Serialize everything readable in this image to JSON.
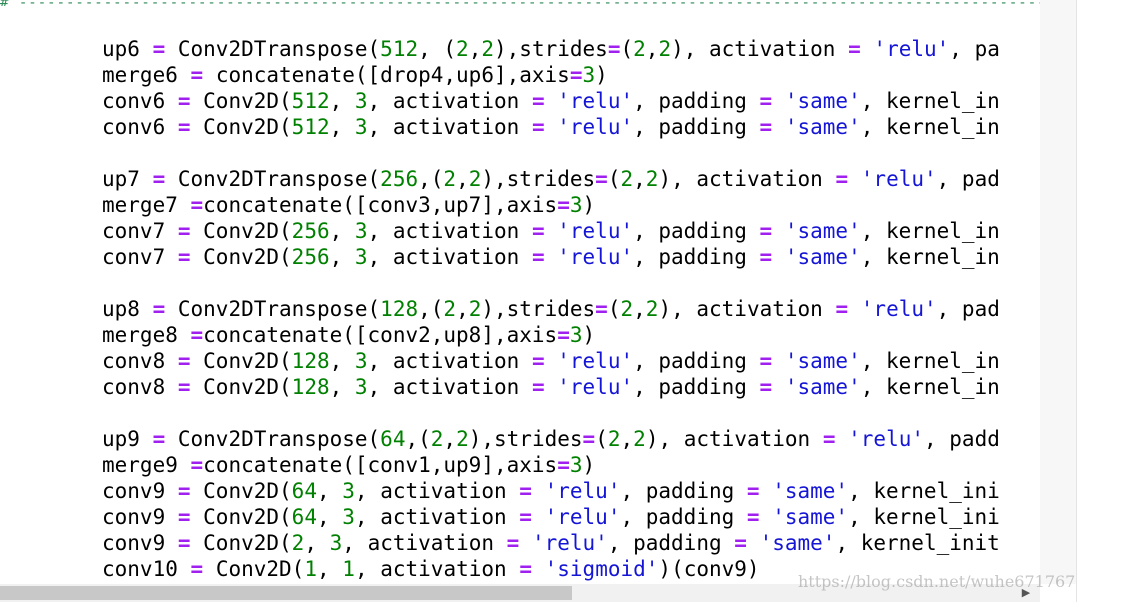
{
  "editor": {
    "top_divider": "# ------------------------------------------------------------------------------------------------------------------",
    "lines": [
      [
        [
          "up6 ",
          "t"
        ],
        [
          "=",
          "o"
        ],
        [
          " Conv2DTranspose(",
          "t"
        ],
        [
          "512",
          "n"
        ],
        [
          ", (",
          "t"
        ],
        [
          "2",
          "n"
        ],
        [
          ",",
          "t"
        ],
        [
          "2",
          "n"
        ],
        [
          "),strides",
          "t"
        ],
        [
          "=",
          "o"
        ],
        [
          "(",
          "t"
        ],
        [
          "2",
          "n"
        ],
        [
          ",",
          "t"
        ],
        [
          "2",
          "n"
        ],
        [
          "), activation ",
          "t"
        ],
        [
          "=",
          "o"
        ],
        [
          " ",
          "t"
        ],
        [
          "'relu'",
          "s"
        ],
        [
          ", pa",
          "t"
        ]
      ],
      [
        [
          "merge6 ",
          "t"
        ],
        [
          "=",
          "o"
        ],
        [
          " concatenate([drop4,up6],axis",
          "t"
        ],
        [
          "=",
          "o"
        ],
        [
          "3",
          "n"
        ],
        [
          ")",
          "t"
        ]
      ],
      [
        [
          "conv6 ",
          "t"
        ],
        [
          "=",
          "o"
        ],
        [
          " Conv2D(",
          "t"
        ],
        [
          "512",
          "n"
        ],
        [
          ", ",
          "t"
        ],
        [
          "3",
          "n"
        ],
        [
          ", activation ",
          "t"
        ],
        [
          "=",
          "o"
        ],
        [
          " ",
          "t"
        ],
        [
          "'relu'",
          "s"
        ],
        [
          ", padding ",
          "t"
        ],
        [
          "=",
          "o"
        ],
        [
          " ",
          "t"
        ],
        [
          "'same'",
          "s"
        ],
        [
          ", kernel_in",
          "t"
        ]
      ],
      [
        [
          "conv6 ",
          "t"
        ],
        [
          "=",
          "o"
        ],
        [
          " Conv2D(",
          "t"
        ],
        [
          "512",
          "n"
        ],
        [
          ", ",
          "t"
        ],
        [
          "3",
          "n"
        ],
        [
          ", activation ",
          "t"
        ],
        [
          "=",
          "o"
        ],
        [
          " ",
          "t"
        ],
        [
          "'relu'",
          "s"
        ],
        [
          ", padding ",
          "t"
        ],
        [
          "=",
          "o"
        ],
        [
          " ",
          "t"
        ],
        [
          "'same'",
          "s"
        ],
        [
          ", kernel_in",
          "t"
        ]
      ],
      [],
      [
        [
          "up7 ",
          "t"
        ],
        [
          "=",
          "o"
        ],
        [
          " Conv2DTranspose(",
          "t"
        ],
        [
          "256",
          "n"
        ],
        [
          ",(",
          "t"
        ],
        [
          "2",
          "n"
        ],
        [
          ",",
          "t"
        ],
        [
          "2",
          "n"
        ],
        [
          "),strides",
          "t"
        ],
        [
          "=",
          "o"
        ],
        [
          "(",
          "t"
        ],
        [
          "2",
          "n"
        ],
        [
          ",",
          "t"
        ],
        [
          "2",
          "n"
        ],
        [
          "), activation ",
          "t"
        ],
        [
          "=",
          "o"
        ],
        [
          " ",
          "t"
        ],
        [
          "'relu'",
          "s"
        ],
        [
          ", pad",
          "t"
        ]
      ],
      [
        [
          "merge7 ",
          "t"
        ],
        [
          "=",
          "o"
        ],
        [
          "concatenate([conv3,up7],axis",
          "t"
        ],
        [
          "=",
          "o"
        ],
        [
          "3",
          "n"
        ],
        [
          ")",
          "t"
        ]
      ],
      [
        [
          "conv7 ",
          "t"
        ],
        [
          "=",
          "o"
        ],
        [
          " Conv2D(",
          "t"
        ],
        [
          "256",
          "n"
        ],
        [
          ", ",
          "t"
        ],
        [
          "3",
          "n"
        ],
        [
          ", activation ",
          "t"
        ],
        [
          "=",
          "o"
        ],
        [
          " ",
          "t"
        ],
        [
          "'relu'",
          "s"
        ],
        [
          ", padding ",
          "t"
        ],
        [
          "=",
          "o"
        ],
        [
          " ",
          "t"
        ],
        [
          "'same'",
          "s"
        ],
        [
          ", kernel_in",
          "t"
        ]
      ],
      [
        [
          "conv7 ",
          "t"
        ],
        [
          "=",
          "o"
        ],
        [
          " Conv2D(",
          "t"
        ],
        [
          "256",
          "n"
        ],
        [
          ", ",
          "t"
        ],
        [
          "3",
          "n"
        ],
        [
          ", activation ",
          "t"
        ],
        [
          "=",
          "o"
        ],
        [
          " ",
          "t"
        ],
        [
          "'relu'",
          "s"
        ],
        [
          ", padding ",
          "t"
        ],
        [
          "=",
          "o"
        ],
        [
          " ",
          "t"
        ],
        [
          "'same'",
          "s"
        ],
        [
          ", kernel_in",
          "t"
        ]
      ],
      [],
      [
        [
          "up8 ",
          "t"
        ],
        [
          "=",
          "o"
        ],
        [
          " Conv2DTranspose(",
          "t"
        ],
        [
          "128",
          "n"
        ],
        [
          ",(",
          "t"
        ],
        [
          "2",
          "n"
        ],
        [
          ",",
          "t"
        ],
        [
          "2",
          "n"
        ],
        [
          "),strides",
          "t"
        ],
        [
          "=",
          "o"
        ],
        [
          "(",
          "t"
        ],
        [
          "2",
          "n"
        ],
        [
          ",",
          "t"
        ],
        [
          "2",
          "n"
        ],
        [
          "), activation ",
          "t"
        ],
        [
          "=",
          "o"
        ],
        [
          " ",
          "t"
        ],
        [
          "'relu'",
          "s"
        ],
        [
          ", pad",
          "t"
        ]
      ],
      [
        [
          "merge8 ",
          "t"
        ],
        [
          "=",
          "o"
        ],
        [
          "concatenate([conv2,up8],axis",
          "t"
        ],
        [
          "=",
          "o"
        ],
        [
          "3",
          "n"
        ],
        [
          ")",
          "t"
        ]
      ],
      [
        [
          "conv8 ",
          "t"
        ],
        [
          "=",
          "o"
        ],
        [
          " Conv2D(",
          "t"
        ],
        [
          "128",
          "n"
        ],
        [
          ", ",
          "t"
        ],
        [
          "3",
          "n"
        ],
        [
          ", activation ",
          "t"
        ],
        [
          "=",
          "o"
        ],
        [
          " ",
          "t"
        ],
        [
          "'relu'",
          "s"
        ],
        [
          ", padding ",
          "t"
        ],
        [
          "=",
          "o"
        ],
        [
          " ",
          "t"
        ],
        [
          "'same'",
          "s"
        ],
        [
          ", kernel_in",
          "t"
        ]
      ],
      [
        [
          "conv8 ",
          "t"
        ],
        [
          "=",
          "o"
        ],
        [
          " Conv2D(",
          "t"
        ],
        [
          "128",
          "n"
        ],
        [
          ", ",
          "t"
        ],
        [
          "3",
          "n"
        ],
        [
          ", activation ",
          "t"
        ],
        [
          "=",
          "o"
        ],
        [
          " ",
          "t"
        ],
        [
          "'relu'",
          "s"
        ],
        [
          ", padding ",
          "t"
        ],
        [
          "=",
          "o"
        ],
        [
          " ",
          "t"
        ],
        [
          "'same'",
          "s"
        ],
        [
          ", kernel_in",
          "t"
        ]
      ],
      [],
      [
        [
          "up9 ",
          "t"
        ],
        [
          "=",
          "o"
        ],
        [
          " Conv2DTranspose(",
          "t"
        ],
        [
          "64",
          "n"
        ],
        [
          ",(",
          "t"
        ],
        [
          "2",
          "n"
        ],
        [
          ",",
          "t"
        ],
        [
          "2",
          "n"
        ],
        [
          "),strides",
          "t"
        ],
        [
          "=",
          "o"
        ],
        [
          "(",
          "t"
        ],
        [
          "2",
          "n"
        ],
        [
          ",",
          "t"
        ],
        [
          "2",
          "n"
        ],
        [
          "), activation ",
          "t"
        ],
        [
          "=",
          "o"
        ],
        [
          " ",
          "t"
        ],
        [
          "'relu'",
          "s"
        ],
        [
          ", padd",
          "t"
        ]
      ],
      [
        [
          "merge9 ",
          "t"
        ],
        [
          "=",
          "o"
        ],
        [
          "concatenate([conv1,up9],axis",
          "t"
        ],
        [
          "=",
          "o"
        ],
        [
          "3",
          "n"
        ],
        [
          ")",
          "t"
        ]
      ],
      [
        [
          "conv9 ",
          "t"
        ],
        [
          "=",
          "o"
        ],
        [
          " Conv2D(",
          "t"
        ],
        [
          "64",
          "n"
        ],
        [
          ", ",
          "t"
        ],
        [
          "3",
          "n"
        ],
        [
          ", activation ",
          "t"
        ],
        [
          "=",
          "o"
        ],
        [
          " ",
          "t"
        ],
        [
          "'relu'",
          "s"
        ],
        [
          ", padding ",
          "t"
        ],
        [
          "=",
          "o"
        ],
        [
          " ",
          "t"
        ],
        [
          "'same'",
          "s"
        ],
        [
          ", kernel_ini",
          "t"
        ]
      ],
      [
        [
          "conv9 ",
          "t"
        ],
        [
          "=",
          "o"
        ],
        [
          " Conv2D(",
          "t"
        ],
        [
          "64",
          "n"
        ],
        [
          ", ",
          "t"
        ],
        [
          "3",
          "n"
        ],
        [
          ", activation ",
          "t"
        ],
        [
          "=",
          "o"
        ],
        [
          " ",
          "t"
        ],
        [
          "'relu'",
          "s"
        ],
        [
          ", padding ",
          "t"
        ],
        [
          "=",
          "o"
        ],
        [
          " ",
          "t"
        ],
        [
          "'same'",
          "s"
        ],
        [
          ", kernel_ini",
          "t"
        ]
      ],
      [
        [
          "conv9 ",
          "t"
        ],
        [
          "=",
          "o"
        ],
        [
          " Conv2D(",
          "t"
        ],
        [
          "2",
          "n"
        ],
        [
          ", ",
          "t"
        ],
        [
          "3",
          "n"
        ],
        [
          ", activation ",
          "t"
        ],
        [
          "=",
          "o"
        ],
        [
          " ",
          "t"
        ],
        [
          "'relu'",
          "s"
        ],
        [
          ", padding ",
          "t"
        ],
        [
          "=",
          "o"
        ],
        [
          " ",
          "t"
        ],
        [
          "'same'",
          "s"
        ],
        [
          ", kernel_init",
          "t"
        ]
      ],
      [
        [
          "conv10 ",
          "t"
        ],
        [
          "=",
          "o"
        ],
        [
          " Conv2D(",
          "t"
        ],
        [
          "1",
          "n"
        ],
        [
          ", ",
          "t"
        ],
        [
          "1",
          "n"
        ],
        [
          ", activation ",
          "t"
        ],
        [
          "=",
          "o"
        ],
        [
          " ",
          "t"
        ],
        [
          "'sigmoid'",
          "s"
        ],
        [
          ")(conv9)",
          "t"
        ]
      ]
    ]
  },
  "scrollbar": {
    "position_fraction": 0.0,
    "visible_fraction": 0.55,
    "right_arrow_icon": "triangle-right-icon",
    "right_arrow_glyph": "▶"
  },
  "watermark": {
    "text": "https://blog.csdn.net/wuhe671767"
  },
  "colors": {
    "keyword_number": "#008000",
    "operator": "#a020f0",
    "string": "#1515d6",
    "divider": "#2e8b57"
  }
}
